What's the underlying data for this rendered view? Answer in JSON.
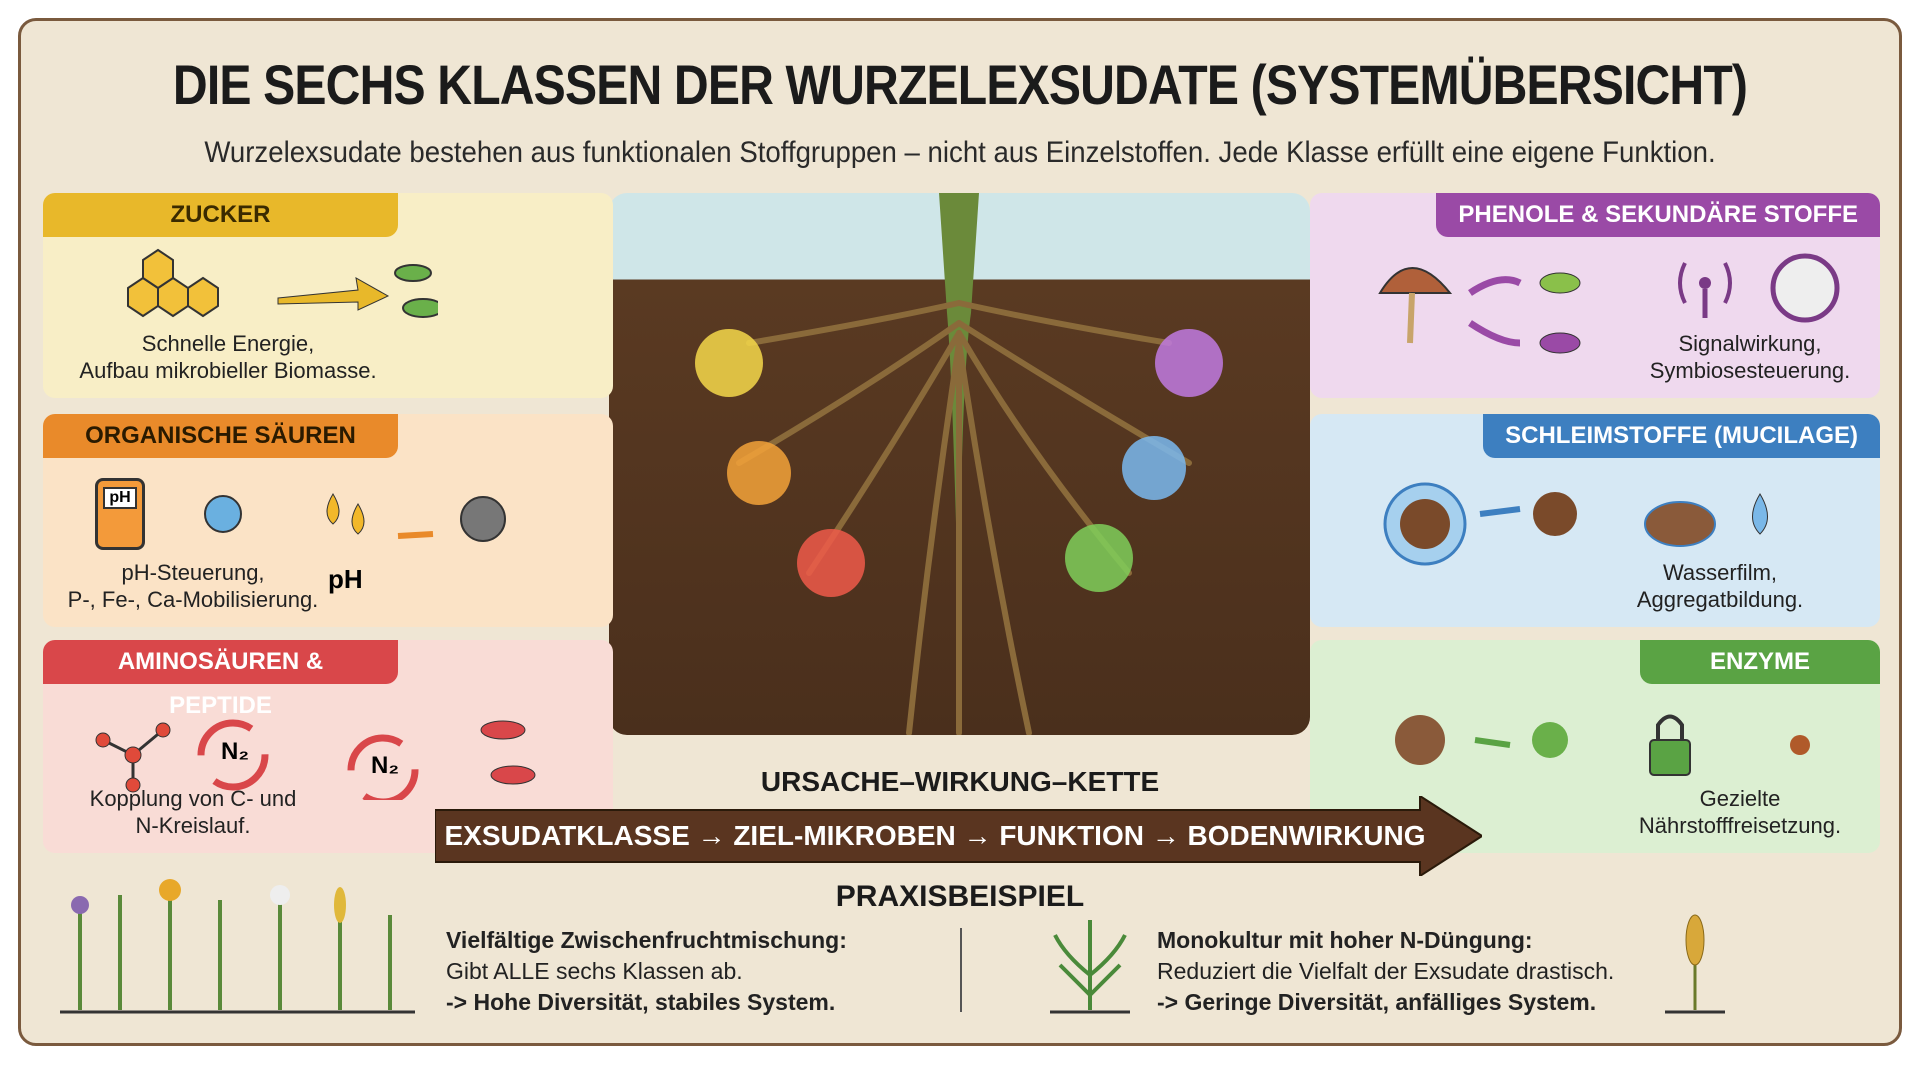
{
  "title": "DIE SECHS KLASSEN DER WURZELEXSUDATE (SYSTEMÜBERSICHT)",
  "subtitle": "Wurzelexsudate bestehen aus funktionalen Stoffgruppen – nicht aus Einzelstoffen. Jede Klasse erfüllt eine eigene Funktion.",
  "classes": [
    {
      "name": "ZUCKER",
      "desc1": "Schnelle Energie,",
      "desc2": "Aufbau mikrobieller Biomasse.",
      "color": "#e8b82a",
      "bg": "#f8eec6"
    },
    {
      "name": "ORGANISCHE SÄUREN",
      "desc1": "pH-Steuerung,",
      "desc2": "P-, Fe-, Ca-Mobilisierung.",
      "extra": "pH",
      "icon_label": "pH",
      "color": "#e98a2a",
      "bg": "#fbe3c6"
    },
    {
      "name": "AMINOSÄUREN & PEPTIDE",
      "desc1": "Kopplung von C- und",
      "desc2": "N-Kreislauf.",
      "icon_label": "N₂",
      "color": "#d9474a",
      "bg": "#f9dcd6"
    },
    {
      "name": "PHENOLE & SEKUNDÄRE STOFFE",
      "desc1": "Signalwirkung,",
      "desc2": "Symbiosesteuerung.",
      "color": "#9a4aa6",
      "bg": "#efd9ee"
    },
    {
      "name": "SCHLEIMSTOFFE (MUCILAGE)",
      "desc1": "Wasserfilm,",
      "desc2": "Aggregatbildung.",
      "color": "#3d7fc0",
      "bg": "#d6e8f4"
    },
    {
      "name": "ENZYME",
      "desc1": "Gezielte",
      "desc2": "Nährstofffreisetzung.",
      "color": "#5aa344",
      "bg": "#dcefd2"
    }
  ],
  "chain": {
    "label": "URSACHE–WIRKUNG–KETTE",
    "text": "EXSUDATKLASSE → ZIEL-MIKROBEN → FUNKTION → BODENWIRKUNG"
  },
  "praxis": {
    "title": "PRAXISBEISPIEL",
    "left": {
      "head": "Vielfältige Zwischenfruchtmischung:",
      "line": "Gibt ALLE sechs Klassen ab.",
      "result": "-> Hohe Diversität, stabiles System."
    },
    "right": {
      "head": "Monokultur mit hoher N-Düngung:",
      "line": "Reduziert die Vielfalt der Exsudate drastisch.",
      "result": "-> Geringe Diversität, anfälliges System."
    }
  }
}
